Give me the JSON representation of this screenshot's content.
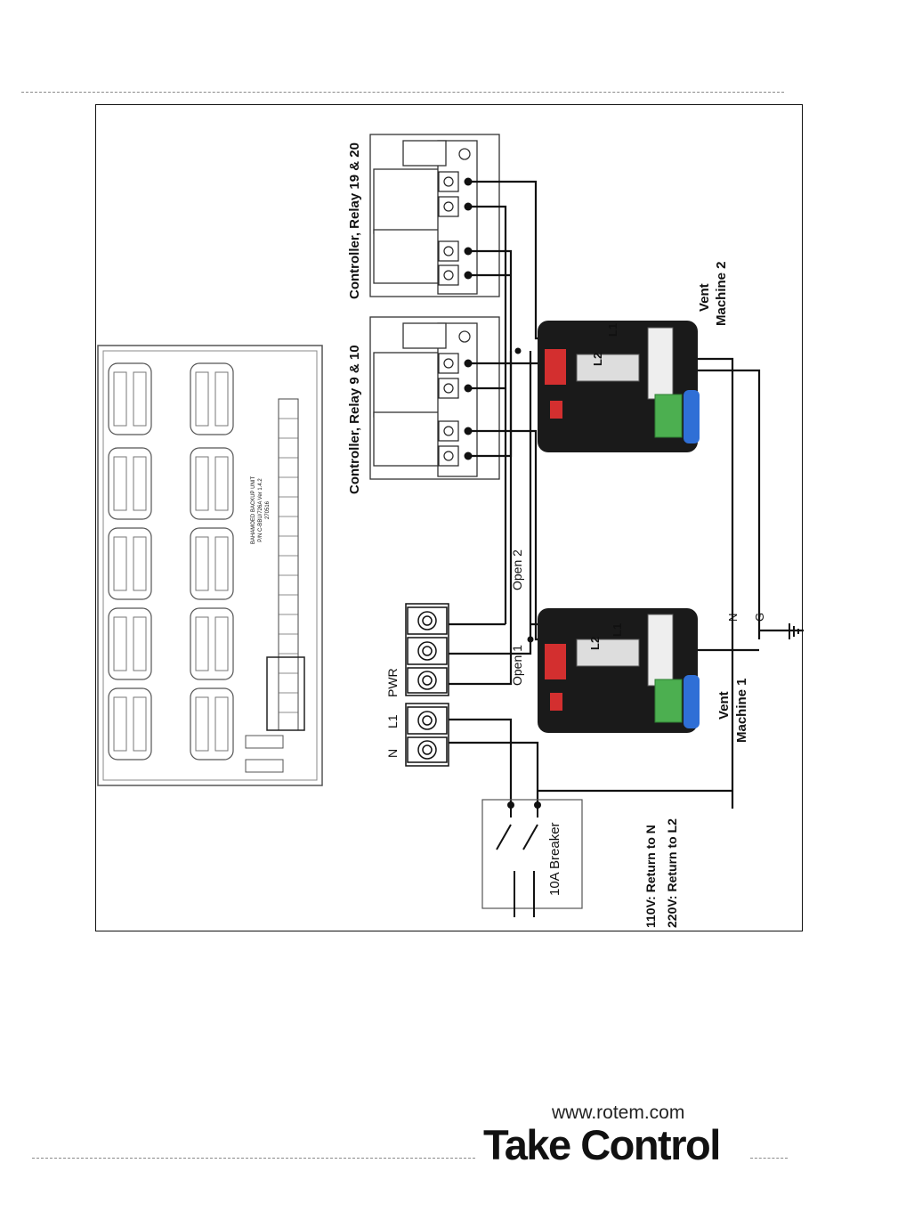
{
  "diagram": {
    "relay_block_top_label": "Controller, Relay 19 & 20",
    "relay_block_bottom_label": "Controller, Relay 9 & 10",
    "vent_machine_2_label": [
      "Vent",
      "Machine 2"
    ],
    "vent_machine_1_label": [
      "Vent",
      "Machine 1"
    ],
    "machine2_terminals": {
      "l1": "L1",
      "l2": "L2"
    },
    "machine1_terminals": {
      "l1": "L1",
      "l2": "L2"
    },
    "wire_open_2": "Open 2",
    "wire_open_1": "Open 1",
    "pwr_label": "PWR",
    "l1_label": "L1",
    "n_label": "N",
    "bus_n_label": "N",
    "bus_g_label": "G",
    "breaker_label": "10A Breaker",
    "return_note": [
      "110V: Return to N",
      "220V: Return to L2"
    ],
    "panel_small_text": [
      "BAHAMOED BACKUP UNIT",
      "P/N C-BBU/726A Ver 1.4.2",
      "270516"
    ]
  },
  "footer": {
    "url": "www.rotem.com",
    "brand": "Take Control"
  },
  "colors": {
    "line": "#111111",
    "terminal_green": "#4caf50",
    "connector_blue": "#2f6fd6",
    "relay_red": "#d32f2f",
    "relay_body": "#1a1a1a"
  }
}
